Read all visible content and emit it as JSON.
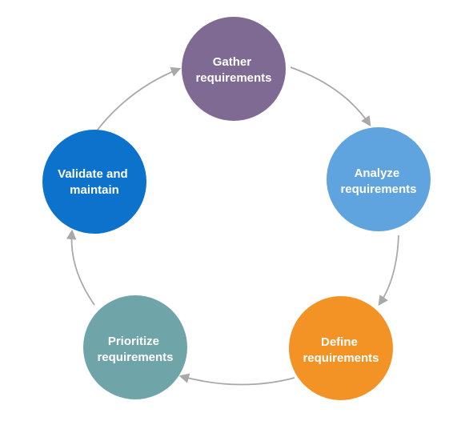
{
  "diagram": {
    "type": "cycle",
    "nodes": [
      {
        "id": "gather",
        "lines": [
          "Gather",
          "requirements"
        ],
        "color": "#7e6a93"
      },
      {
        "id": "analyze",
        "lines": [
          "Analyze",
          "requirements"
        ],
        "color": "#5fa3df"
      },
      {
        "id": "define",
        "lines": [
          "Define",
          "requirements"
        ],
        "color": "#f39325"
      },
      {
        "id": "prioritize",
        "lines": [
          "Prioritize",
          "requirements"
        ],
        "color": "#6fa5a8"
      },
      {
        "id": "validate",
        "lines": [
          "Validate and",
          "maintain"
        ],
        "color": "#0c72cc"
      }
    ],
    "edges": [
      {
        "from": "gather",
        "to": "analyze"
      },
      {
        "from": "analyze",
        "to": "define"
      },
      {
        "from": "define",
        "to": "prioritize"
      },
      {
        "from": "prioritize",
        "to": "validate"
      },
      {
        "from": "validate",
        "to": "gather"
      }
    ],
    "arrow_color": "#a9a9a9"
  }
}
